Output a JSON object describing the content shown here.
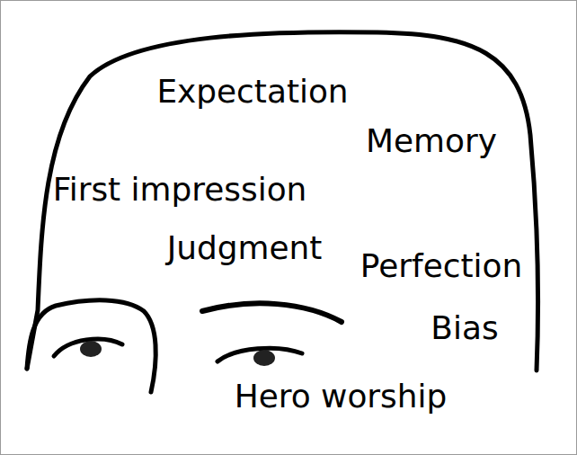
{
  "diagram": {
    "labels": [
      "Expectation",
      "Memory",
      "First impression",
      "Judgment",
      "Perfection",
      "Bias",
      "Hero worship"
    ]
  }
}
